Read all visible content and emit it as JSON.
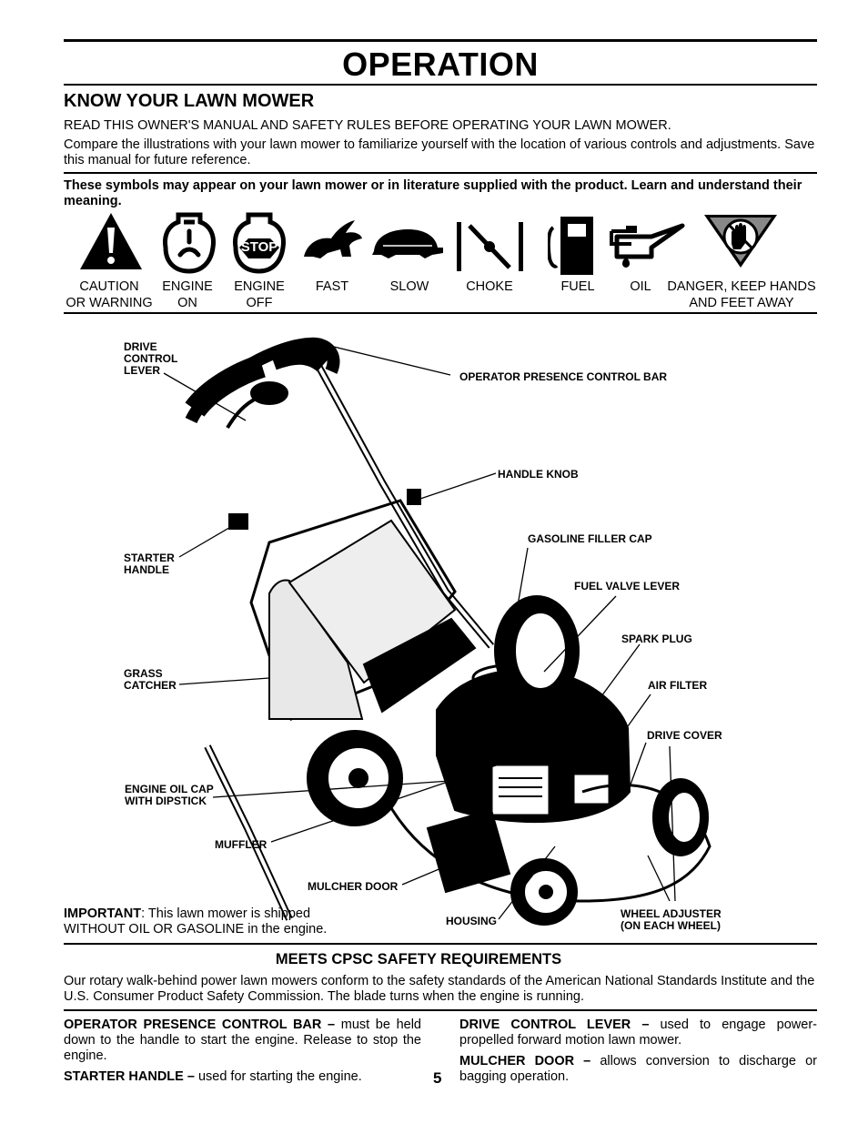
{
  "page": {
    "title": "OPERATION",
    "page_number": "5"
  },
  "know": {
    "heading": "KNOW YOUR LAWN MOWER",
    "intro": "READ THIS OWNER'S MANUAL AND SAFETY RULES BEFORE OPERATING YOUR LAWN MOWER.",
    "compare": "Compare the illustrations with your lawn mower to familiarize yourself with the location of various controls and adjustments. Save this manual for future reference."
  },
  "symbols": {
    "intro": "These symbols  may appear on your lawn mower or in literature supplied with the product.  Learn and understand their meaning.",
    "stop_text": "STOP",
    "items": [
      {
        "label1": "CAUTION",
        "label2": "OR WARNING",
        "icon": "warning-triangle-icon"
      },
      {
        "label1": "ENGINE",
        "label2": "ON",
        "icon": "engine-on-icon"
      },
      {
        "label1": "ENGINE",
        "label2": "OFF",
        "icon": "engine-off-icon"
      },
      {
        "label1": "FAST",
        "label2": "",
        "icon": "rabbit-icon"
      },
      {
        "label1": "SLOW",
        "label2": "",
        "icon": "turtle-icon"
      },
      {
        "label1": "CHOKE",
        "label2": "",
        "icon": "choke-icon"
      },
      {
        "label1": "FUEL",
        "label2": "",
        "icon": "fuel-pump-icon"
      },
      {
        "label1": "OIL",
        "label2": "",
        "icon": "oil-can-icon"
      },
      {
        "label1": "DANGER, KEEP HANDS",
        "label2": "AND FEET AWAY",
        "icon": "keep-hands-away-icon"
      }
    ]
  },
  "diagram": {
    "callouts": {
      "drive_control_lever": [
        "DRIVE",
        "CONTROL",
        "LEVER"
      ],
      "operator_presence_bar": "OPERATOR PRESENCE CONTROL BAR",
      "handle_knob": "HANDLE KNOB",
      "gasoline_filler_cap": "GASOLINE FILLER CAP",
      "starter_handle": [
        "STARTER",
        "HANDLE"
      ],
      "fuel_valve_lever": "FUEL VALVE LEVER",
      "spark_plug": "SPARK PLUG",
      "grass_catcher": [
        "GRASS",
        "CATCHER"
      ],
      "air_filter": "AIR FILTER",
      "drive_cover": "DRIVE COVER",
      "engine_oil_cap": [
        "ENGINE OIL CAP",
        "WITH DIPSTICK"
      ],
      "muffler": "MUFFLER",
      "mulcher_door": "MULCHER DOOR",
      "housing": "HOUSING",
      "wheel_adjuster": [
        "WHEEL ADJUSTER",
        "(ON EACH WHEEL)"
      ]
    },
    "important_label": "IMPORTANT",
    "important_text1": ":  This lawn mower is shipped",
    "important_text2": "WITHOUT OIL OR GASOLINE in the engine."
  },
  "cpsc": {
    "heading": "MEETS CPSC SAFETY REQUIREMENTS",
    "text": "Our rotary walk-behind power lawn mowers conform to the safety standards of the American National Standards Institute and the U.S. Consumer Product Safety Commission.  The blade turns when the engine is running."
  },
  "definitions": {
    "left": [
      {
        "term": "OPERATOR PRESENCE CONTROL BAR –",
        "text": " must be held down to the handle to start the engine.  Release to stop the engine."
      },
      {
        "term": "STARTER HANDLE –",
        "text": " used for starting the engine."
      }
    ],
    "right": [
      {
        "term": "DRIVE CONTROL LEVER –",
        "text": " used to engage power-propelled forward motion lawn mower."
      },
      {
        "term": "MULCHER DOOR –",
        "text": " allows conversion to discharge or bagging operation."
      }
    ]
  }
}
